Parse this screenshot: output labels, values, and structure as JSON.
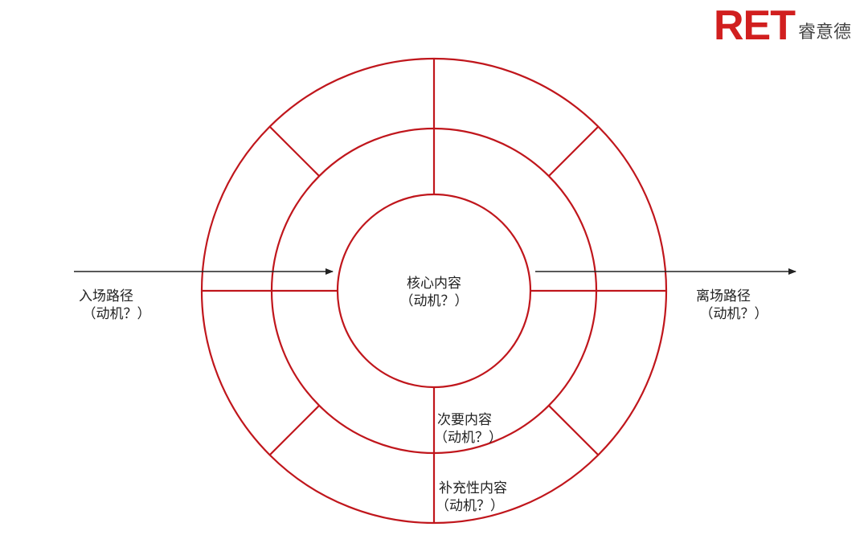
{
  "brand": {
    "mark": "RET",
    "chinese": "睿意德",
    "color": "#d11f1f"
  },
  "colors": {
    "ring": "#c0161c",
    "arrow": "#222222",
    "text": "#222222"
  },
  "labels": {
    "core": {
      "title": "核心内容",
      "sub": "（动机？）"
    },
    "secondary": {
      "title": "次要内容",
      "sub": "（动机？）"
    },
    "supplementary": {
      "title": "补充性内容",
      "sub": "（动机？）"
    },
    "entry": {
      "title": "入场路径",
      "sub": "（动机？）"
    },
    "exit": {
      "title": "离场路径",
      "sub": "（动机？）"
    }
  }
}
